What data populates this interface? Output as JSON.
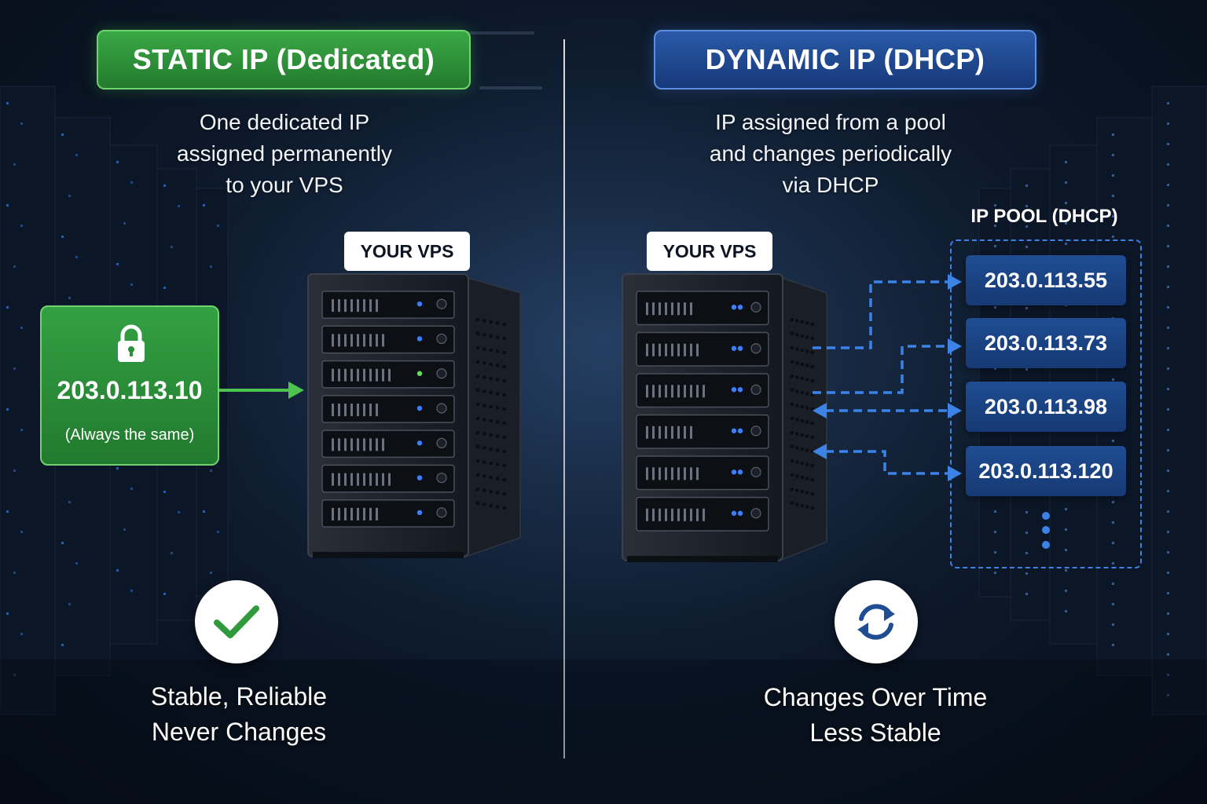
{
  "static": {
    "title": "STATIC IP (Dedicated)",
    "description": [
      "One dedicated IP",
      "assigned permanently",
      "to your VPS"
    ],
    "vps_label": "YOUR VPS",
    "ip_address": "203.0.113.10",
    "ip_note": "(Always the same)",
    "status_icon": "checkmark-icon",
    "caption": [
      "Stable, Reliable",
      "Never Changes"
    ],
    "accent_color": "#2e9a3c"
  },
  "dynamic": {
    "title": "DYNAMIC IP (DHCP)",
    "description": [
      "IP assigned from a pool",
      "and changes periodically",
      "via DHCP"
    ],
    "vps_label": "YOUR VPS",
    "pool_title": "IP POOL (DHCP)",
    "pool": [
      "203.0.113.55",
      "203.0.113.73",
      "203.0.113.98",
      "203.0.113.120"
    ],
    "status_icon": "refresh-icon",
    "caption": [
      "Changes Over Time",
      "Less Stable"
    ],
    "accent_color": "#1f4c92",
    "arrow_color": "#3d82e6"
  }
}
